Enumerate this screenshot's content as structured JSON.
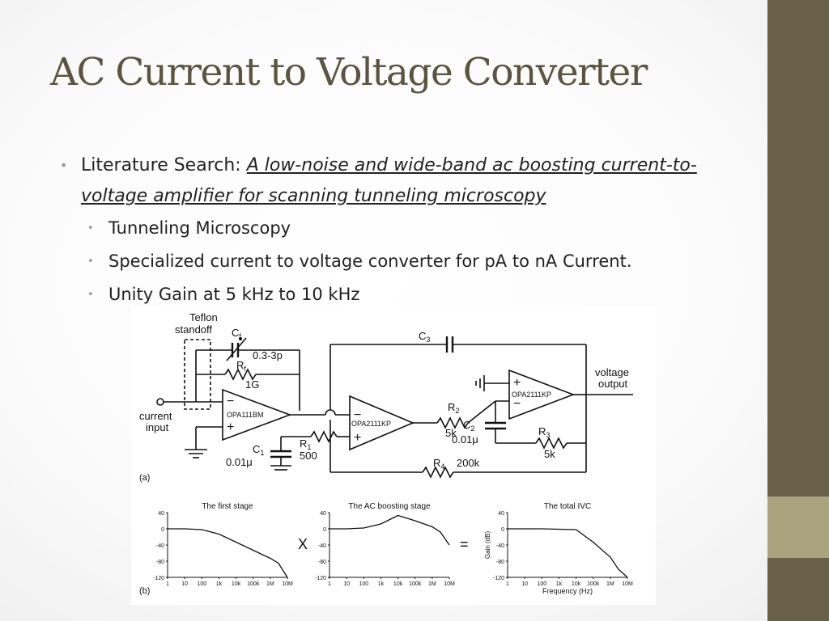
{
  "slide": {
    "title": "AC Current to Voltage Converter",
    "bullets": {
      "main_prefix": "Literature Search: ",
      "main_citation": "A low-noise and wide-band ac boosting current-to-voltage amplifier for scanning tunneling microscopy",
      "sub": [
        "Tunneling Microscopy",
        "Specialized current to voltage converter for pA to nA Current.",
        "Unity Gain at 5 kHz to 10 kHz"
      ]
    },
    "colors": {
      "side_band": "#69604a",
      "side_accent": "#aaa47e",
      "title": "#5b5440",
      "bullet": "#9a9a9a"
    }
  },
  "circuit": {
    "teflon_label_1": "Teflon",
    "teflon_label_2": "standoff",
    "cf_label": "C",
    "cf_sub": "f",
    "cf_value": "0.3-3p",
    "rf_label": "R",
    "rf_sub": "f",
    "rf_value": "1G",
    "c3_label": "C",
    "c3_sub": "3",
    "current_input_1": "current",
    "current_input_2": "input",
    "opamp1": "OPA111BM",
    "opamp2": "OPA2111KP",
    "opamp3": "OPA2111KP",
    "r1_label": "R",
    "r1_sub": "1",
    "r1_value": "500",
    "c1_label": "C",
    "c1_sub": "1",
    "c1_value": "0.01μ",
    "r2_label": "R",
    "r2_sub": "2",
    "r2_value": "5k",
    "c2_label": "C",
    "c2_sub": "2",
    "c2_value": "0.01μ",
    "r3_label": "R",
    "r3_sub": "3",
    "r3_value": "5k",
    "r4_label": "R",
    "r4_sub": "4",
    "r4_value": "200k",
    "voltage_output_1": "voltage",
    "voltage_output_2": "output",
    "panel_a": "(a)",
    "panel_b": "(b)",
    "minus": "−",
    "plus": "+"
  },
  "plots": {
    "times_symbol": "X",
    "equals_symbol": "=",
    "ylabel_total": "Gain (dB)",
    "xlabel_total": "Frequency (Hz)",
    "y_ticks": [
      "40",
      "0",
      "-40",
      "-80",
      "-120"
    ],
    "x_ticks": [
      "1",
      "10",
      "100",
      "1k",
      "10k",
      "100k",
      "1M",
      "10M"
    ],
    "panels": [
      {
        "title": "The first stage"
      },
      {
        "title": "The AC boosting stage"
      },
      {
        "title": "The total IVC"
      }
    ]
  },
  "chart_data": [
    {
      "type": "line",
      "title": "The first stage",
      "xlabel": "",
      "ylabel": "",
      "x": [
        1,
        10,
        100,
        1000,
        10000,
        100000,
        1000000,
        3000000,
        10000000
      ],
      "series": [
        {
          "values": [
            0,
            0,
            -2,
            -13,
            -33,
            -53,
            -73,
            -85,
            -120
          ]
        }
      ],
      "xscale": "log",
      "xlim": [
        1,
        10000000
      ],
      "ylim": [
        -120,
        40
      ]
    },
    {
      "type": "line",
      "title": "The AC boosting stage",
      "xlabel": "",
      "ylabel": "",
      "x": [
        1,
        10,
        100,
        1000,
        10000,
        100000,
        1000000,
        3000000,
        10000000
      ],
      "series": [
        {
          "values": [
            0,
            0,
            2,
            12,
            33,
            20,
            5,
            -8,
            -40
          ]
        }
      ],
      "xscale": "log",
      "xlim": [
        1,
        10000000
      ],
      "ylim": [
        -120,
        40
      ]
    },
    {
      "type": "line",
      "title": "The total IVC",
      "xlabel": "Frequency (Hz)",
      "ylabel": "Gain (dB)",
      "x": [
        1,
        10,
        100,
        1000,
        10000,
        100000,
        1000000,
        3000000,
        10000000
      ],
      "series": [
        {
          "values": [
            0,
            0,
            0,
            -1,
            -2,
            -33,
            -70,
            -100,
            -120
          ]
        }
      ],
      "xscale": "log",
      "xlim": [
        1,
        10000000
      ],
      "ylim": [
        -120,
        40
      ]
    }
  ]
}
